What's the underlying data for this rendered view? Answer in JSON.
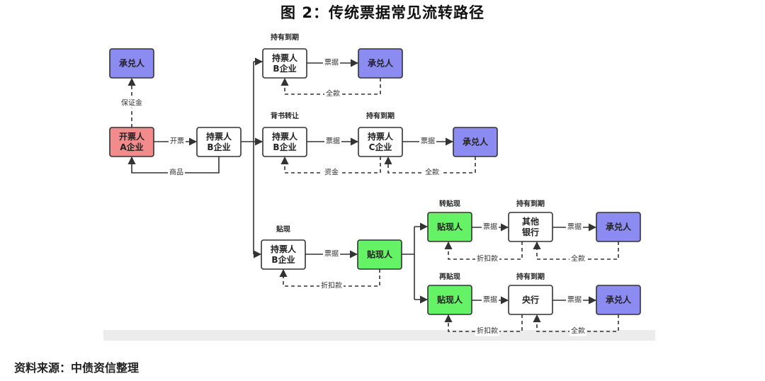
{
  "title": "图 2：传统票据常见流转路径",
  "source": "资料来源：中债资信整理",
  "colors": {
    "issuer": "#f28b8b",
    "acceptor": "#8b8bf2",
    "discounter": "#66f266",
    "neutral": "#ffffff",
    "line": "#333333"
  },
  "nodes": {
    "acceptor_top": [
      "承兑人"
    ],
    "issuer": [
      "开票人",
      "A企业"
    ],
    "holder_main": [
      "持票人",
      "B企业"
    ],
    "holder_r1": [
      "持票人",
      "B企业"
    ],
    "acceptor_r1": [
      "承兑人"
    ],
    "holder_r2": [
      "持票人",
      "B企业"
    ],
    "holder_c_r2": [
      "持票人",
      "C企业"
    ],
    "acceptor_r2": [
      "承兑人"
    ],
    "holder_r3": [
      "持票人",
      "B企业"
    ],
    "discounter_r3": [
      "贴现人"
    ],
    "discounter_a": [
      "贴现人"
    ],
    "other_bank": [
      "其他",
      "银行"
    ],
    "acceptor_a": [
      "承兑人"
    ],
    "discounter_b": [
      "贴现人"
    ],
    "central_bank": [
      "央行"
    ],
    "acceptor_b": [
      "承兑人"
    ]
  },
  "edge_labels": {
    "margin": "保证金",
    "issue": "开票",
    "goods": "商品",
    "bill": "票据",
    "full_amount": "全款",
    "funds": "资金",
    "discount_amount": "折扣款"
  },
  "captions": {
    "hold_to_maturity": "持有到期",
    "endorse": "背书转让",
    "discount": "贴现",
    "rediscount_transfer": "转贴现",
    "rediscount": "再贴现"
  }
}
